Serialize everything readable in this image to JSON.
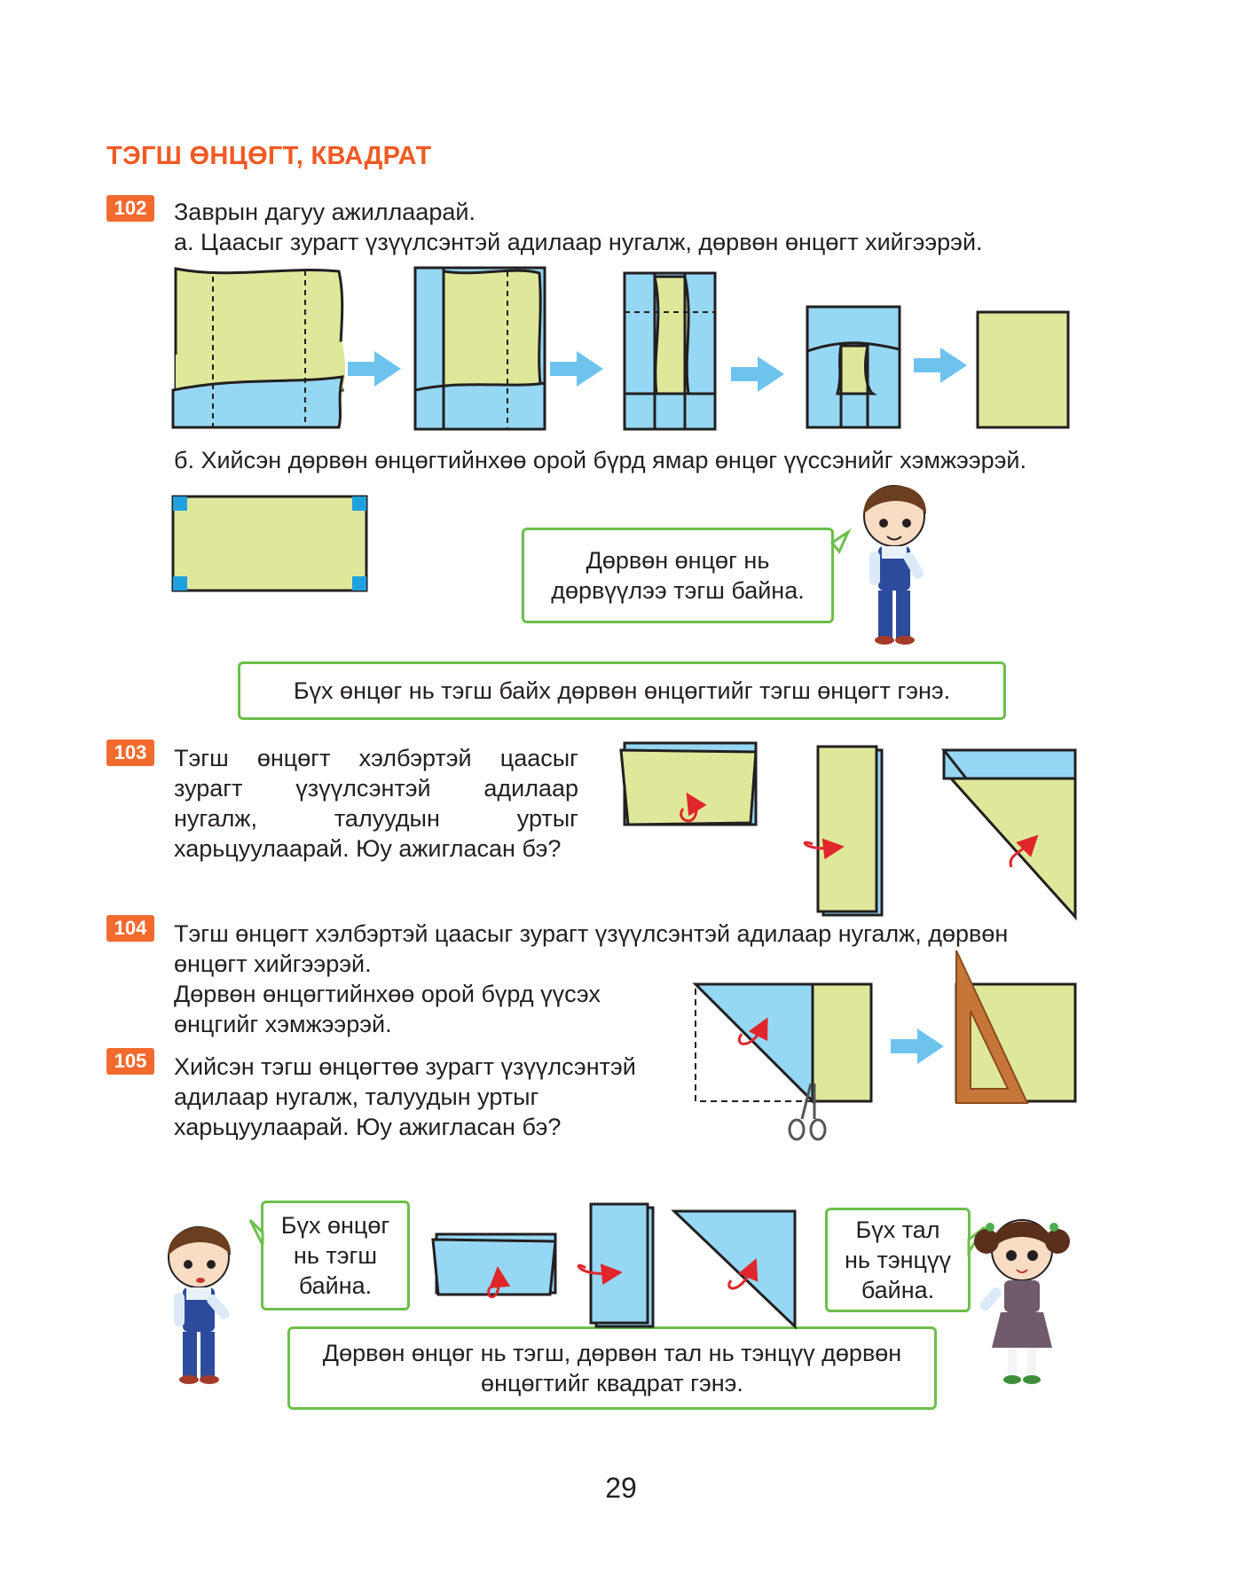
{
  "title": "ТЭГШ ӨНЦӨГТ, КВАДРАТ",
  "ex102": {
    "num": "102",
    "line1": "Заврын дагуу ажиллаарай.",
    "line_a": "а. Цаасыг зурагт үзүүлсэнтэй адилаар нугалж, дөрвөн өнцөгт хийгээрэй.",
    "line_b": "б. Хийсэн дөрвөн өнцөгтийнхөө орой бүрд ямар өнцөг үүссэнийг хэмжээрэй.",
    "boy_speech_1": "Дөрвөн өнцөг нь",
    "boy_speech_2": "дөрвүүлээ тэгш байна.",
    "definition": "Бүх өнцөг нь тэгш байх дөрвөн өнцөгтийг тэгш өнцөгт гэнэ."
  },
  "ex103": {
    "num": "103",
    "l1": "Тэгш өнцөгт хэлбэртэй цаасыг",
    "l2": "зурагт үзүүлсэнтэй адилаар",
    "l3": "нугалж, талуудын уртыг",
    "l4": "харьцуулаарай. Юу ажигласан бэ?"
  },
  "ex104": {
    "num": "104",
    "l1": "Тэгш өнцөгт хэлбэртэй цаасыг зурагт үзүүлсэнтэй адилаар нугалж, дөрвөн",
    "l2": "өнцөгт хийгээрэй.",
    "l3": "Дөрвөн өнцөгтийнхөө орой бүрд үүсэх",
    "l4": "өнцгийг хэмжээрэй."
  },
  "ex105": {
    "num": "105",
    "l1": "Хийсэн тэгш өнцөгтөө зурагт үзүүлсэнтэй",
    "l2": "адилаар нугалж, талуудын уртыг",
    "l3": "харьцуулаарай. Юу ажигласан бэ?"
  },
  "bottom": {
    "boy_1": "Бүх өнцөг",
    "boy_2": "нь тэгш",
    "boy_3": "байна.",
    "girl_1": "Бүх тал",
    "girl_2": "нь тэнцүү",
    "girl_3": "байна.",
    "def_1": "Дөрвөн өнцөг нь тэгш, дөрвөн тал нь тэнцүү дөрвөн",
    "def_2": "өнцөгтийг квадрат гэнэ."
  },
  "page_number": "29",
  "colors": {
    "accent": "#f15a22",
    "paper_green": "#dfe89a",
    "paper_blue": "#96d7f4",
    "arrow_blue": "#6ec3ee",
    "frame_green": "#6cbf4b",
    "fold_red": "#e0262b"
  },
  "icons": [
    "arrow-right-icon",
    "fold-arrow-icon",
    "scissors-icon",
    "set-square-icon",
    "boy-figure",
    "girl-figure"
  ]
}
